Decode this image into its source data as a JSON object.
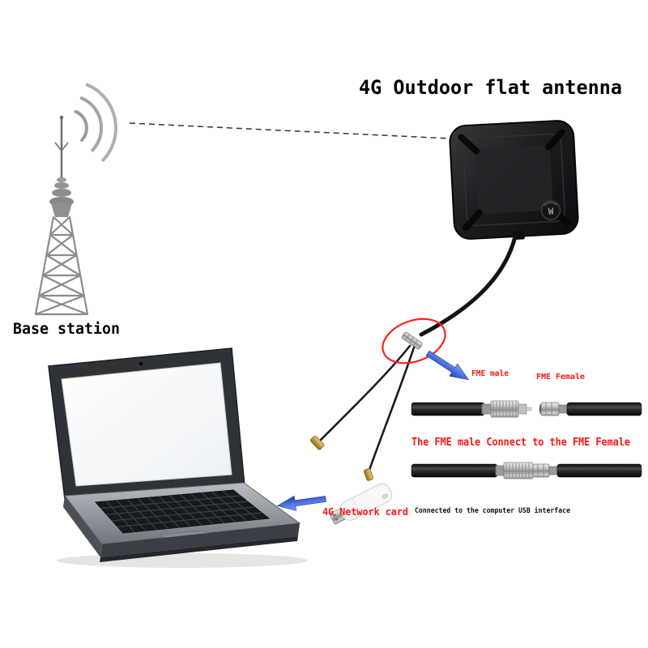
{
  "title": "4G Outdoor flat antenna",
  "tower": {
    "label": "Base station"
  },
  "antenna": {
    "logo_glyph": "W"
  },
  "connectors": {
    "male_label": "FME male",
    "female_label": "FME Female",
    "note": "The FME male Connect to the FME Female"
  },
  "modem": {
    "label": "4G Network card",
    "note": "Connected to the computer USB interface"
  },
  "colors": {
    "label_red": "#ff1414",
    "arrow_blue_light": "#7fa4ff",
    "arrow_blue_dark": "#1d3fbe",
    "antenna_body": "#1b1d1f",
    "cable_black": "#141414",
    "tower_gray": "#8c8c8c",
    "gold_connector": "#caa045",
    "highlight_circle_red": "#ff2020",
    "background": "#ffffff"
  }
}
